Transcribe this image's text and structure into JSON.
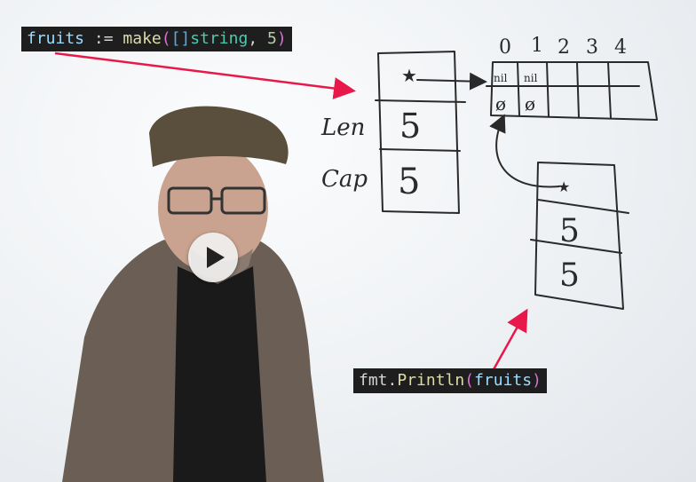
{
  "code_top": {
    "tokens": [
      {
        "text": "fruits",
        "cls": "tok-ident"
      },
      {
        "text": " := ",
        "cls": "tok-op"
      },
      {
        "text": "make",
        "cls": "tok-func"
      },
      {
        "text": "(",
        "cls": "tok-pk"
      },
      {
        "text": "[]",
        "cls": "tok-pb"
      },
      {
        "text": "string",
        "cls": "tok-type"
      },
      {
        "text": ", ",
        "cls": "tok-op"
      },
      {
        "text": "5",
        "cls": "tok-num"
      },
      {
        "text": ")",
        "cls": "tok-pk"
      }
    ]
  },
  "code_bottom": {
    "tokens": [
      {
        "text": "fmt",
        "cls": "tok-op"
      },
      {
        "text": ".",
        "cls": "tok-op"
      },
      {
        "text": "Println",
        "cls": "tok-func"
      },
      {
        "text": "(",
        "cls": "tok-pk"
      },
      {
        "text": "fruits",
        "cls": "tok-ident"
      },
      {
        "text": ")",
        "cls": "tok-pk"
      }
    ]
  },
  "whiteboard": {
    "label_len": "Len",
    "label_cap": "Cap",
    "header_1": {
      "len": "5",
      "cap": "5"
    },
    "header_2": {
      "len": "5",
      "cap": "5"
    },
    "array_indices": [
      "0",
      "1",
      "2",
      "3",
      "4"
    ],
    "array_top": [
      "nil",
      "nil",
      "",
      "",
      ""
    ],
    "array_bottom": [
      "ø",
      "ø",
      "",
      "",
      ""
    ]
  },
  "colors": {
    "arrow": "#e8184a",
    "ink": "#2a2a2a",
    "code_bg": "#1e1e1e"
  },
  "player": {
    "icon": "play-icon"
  }
}
